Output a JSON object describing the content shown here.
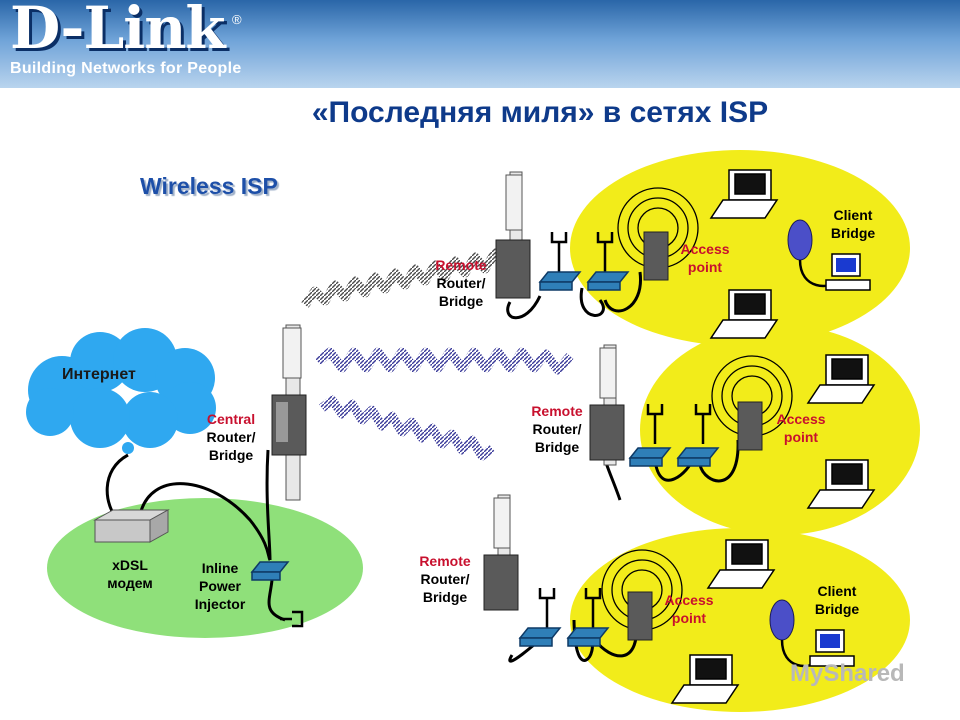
{
  "header": {
    "logo_text": "D-Link",
    "logo_reg": "®",
    "tagline": "Building Networks for People"
  },
  "slide": {
    "title": "«Последняя миля» в сетях ISP",
    "subtitle": "Wireless ISP"
  },
  "internet": {
    "label": "Интернет"
  },
  "modem": {
    "line1": "xDSL",
    "line2": "модем"
  },
  "injector": {
    "line1": "Inline",
    "line2": "Power",
    "line3": "Injector"
  },
  "central": {
    "line1": "Central",
    "line2": "Router/",
    "line3": "Bridge"
  },
  "remotes": [
    {
      "line1": "Remote",
      "line2": "Router/",
      "line3": "Bridge"
    },
    {
      "line1": "Remote",
      "line2": "Router/",
      "line3": "Bridge"
    },
    {
      "line1": "Remote",
      "line2": "Router/",
      "line3": "Bridge"
    }
  ],
  "access_points": [
    {
      "line1": "Access",
      "line2": "point"
    },
    {
      "line1": "Access",
      "line2": "point"
    },
    {
      "line1": "Access",
      "line2": "point"
    }
  ],
  "client_bridges": [
    {
      "line1": "Client",
      "line2": "Bridge"
    },
    {
      "line1": "Client",
      "line2": "Bridge"
    }
  ],
  "watermark": "MyShared",
  "colors": {
    "header_blue": "#2a66a8",
    "title_blue": "#0e3a8a",
    "cloud_blue": "#2fa8f0",
    "lan_yellow": "#f2ec1a",
    "base_green": "#8fe07a",
    "label_red": "#c8102e",
    "wave_blue": "#2a3ab8"
  }
}
